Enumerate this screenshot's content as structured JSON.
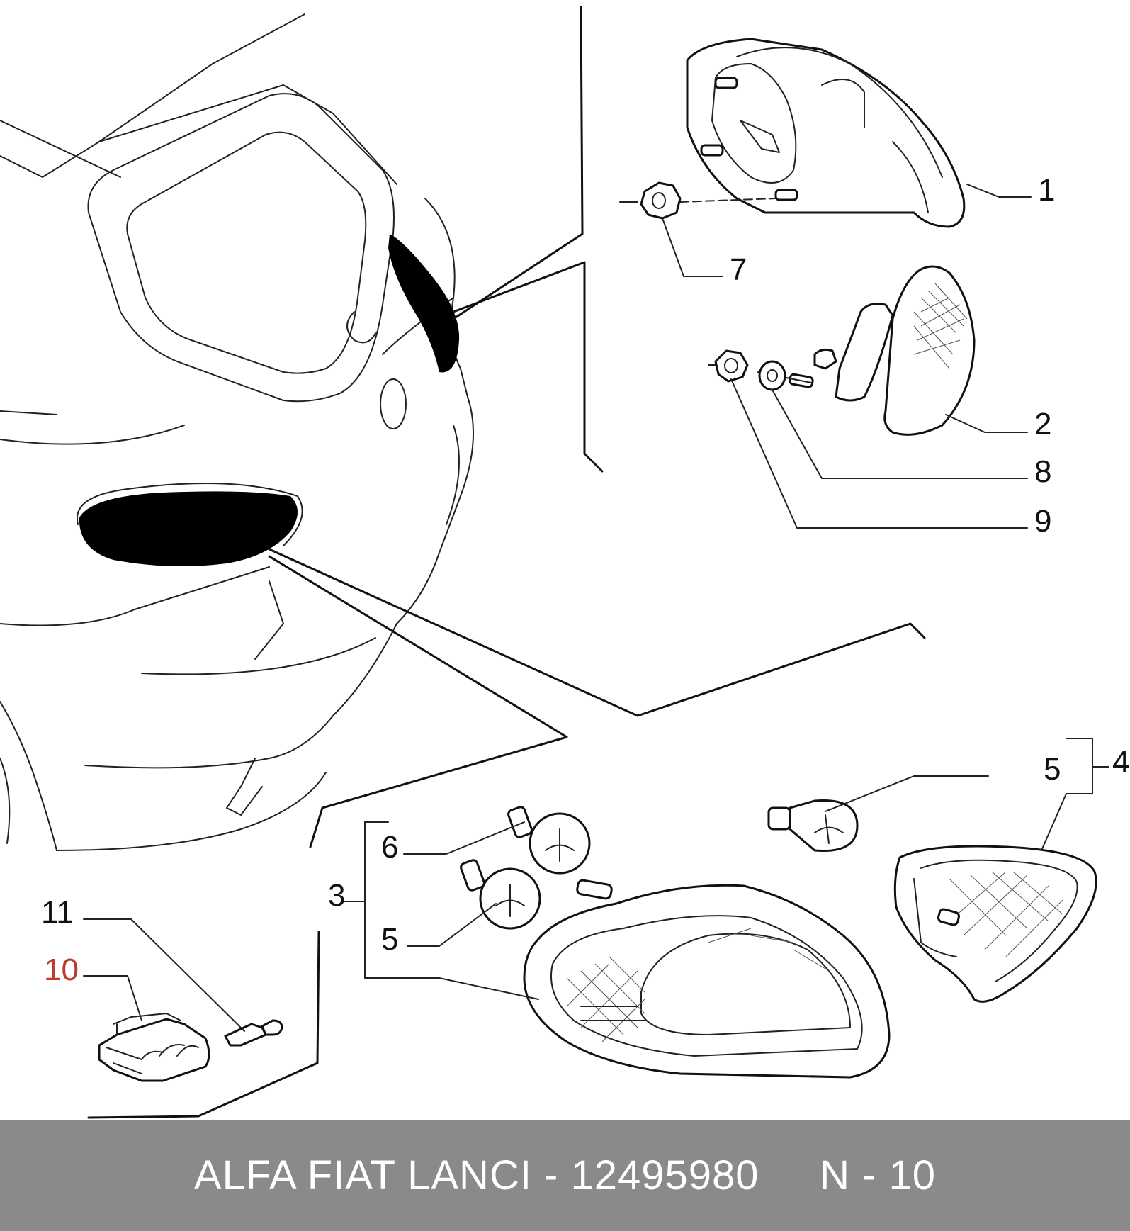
{
  "diagram": {
    "callouts": [
      {
        "id": "1",
        "label": "1"
      },
      {
        "id": "2",
        "label": "2"
      },
      {
        "id": "3",
        "label": "3"
      },
      {
        "id": "4",
        "label": "4"
      },
      {
        "id": "5a",
        "label": "5"
      },
      {
        "id": "5b",
        "label": "5"
      },
      {
        "id": "6",
        "label": "6"
      },
      {
        "id": "7",
        "label": "7"
      },
      {
        "id": "8",
        "label": "8"
      },
      {
        "id": "9",
        "label": "9"
      },
      {
        "id": "10",
        "label": "10"
      },
      {
        "id": "11",
        "label": "11"
      }
    ],
    "highlight_color": "#c0392b"
  },
  "footer": {
    "text": "ALFA FIAT LANCI - 12495980     N - 10",
    "background": "#8a8a8a"
  }
}
